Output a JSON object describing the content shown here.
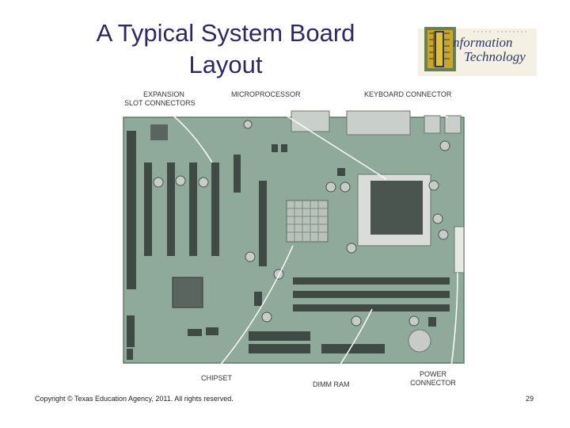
{
  "slide": {
    "title_line1": "A Typical System Board",
    "title_line2": "Layout",
    "copyright": "Copyright © Texas Education Agency, 2011. All rights reserved.",
    "page_number": "29"
  },
  "logo": {
    "line1": "nformation",
    "line2": "Technology",
    "accent_color": "#e0c030"
  },
  "labels": {
    "expansion_line1": "EXPANSION",
    "expansion_line2": "SLOT CONNECTORS",
    "microprocessor": "MICROPROCESSOR",
    "keyboard_connector": "KEYBOARD CONNECTOR",
    "chipset": "CHIPSET",
    "dimm_ram": "DIMM RAM",
    "power_line1": "POWER",
    "power_line2": "CONNECTOR"
  },
  "colors": {
    "title": "#2e2768",
    "board": "#8fa99a",
    "board_edge": "#5f7a6a",
    "component_dark": "#3f4a44",
    "leader_line": "#ffffff"
  }
}
